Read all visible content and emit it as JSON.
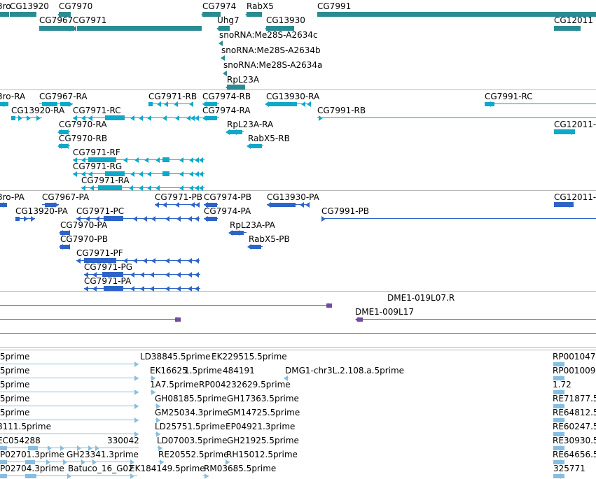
{
  "colors": {
    "gene": "#2b8b93",
    "rna": "#0fa8c9",
    "protein": "#2e64c8",
    "clone": "#6e4da0",
    "est": "#87bde0",
    "divider": "#b8b8b8"
  },
  "tracks": {
    "genes": {
      "labels": [
        "3ro",
        "CG13920",
        "CG7970",
        "CG7974",
        "RabX5",
        "CG7991",
        "CG7967",
        "CG7971",
        "Uhg7",
        "CG13930",
        "CG12011",
        "snoRNA:Me28S-A2634c",
        "snoRNA:Me28S-A2634b",
        "snoRNA:Me28S-A2634a",
        "RpL23A"
      ]
    },
    "transcripts": {
      "labels": [
        "3ro-RA",
        "CG7967-RA",
        "CG7971-RB",
        "CG7974-RB",
        "CG13930-RA",
        "CG7991-RC",
        "CG13920-RA",
        "CG7971-RC",
        "CG7974-RA",
        "CG7991-RB",
        "CG7970-RA",
        "RpL23A-RA",
        "CG12011-",
        "CG7970-RB",
        "RabX5-RB",
        "CG7971-RF",
        "CG7971-RG",
        "CG7971-RA"
      ]
    },
    "proteins": {
      "labels": [
        "3ro-PA",
        "CG7967-PA",
        "CG7971-PB",
        "CG7974-PB",
        "CG13930-PA",
        "CG12011-",
        "CG13920-PA",
        "CG7971-PC",
        "CG7974-PA",
        "CG7991-PB",
        "CG7970-PA",
        "RpL23A-PA",
        "CG7970-PB",
        "RabX5-PB",
        "CG7971-PF",
        "CG7971-PG",
        "CG7971-PA"
      ]
    },
    "clones": {
      "labels": [
        "DME1-019L07.R",
        "DME1-009L17"
      ]
    },
    "ests": {
      "labels": [
        ".5prime",
        "LD38845.5prime",
        "EK229515.5prime",
        "RP001047",
        ".5prime",
        "EK16625",
        "1.5prime",
        "484191",
        "DMG1-chr3L.2.108.a.5prime",
        "RP001009",
        ".5prime",
        "1A7.5prime",
        "RP004232629.5prime",
        "1.72",
        ".5prime",
        "GH08185.5prime",
        "GH17363.5prime",
        "RE71877.5",
        ".5prime",
        "GM25034.3prime",
        "GM14725.5prime",
        "RE64812.5",
        "8111.5prime",
        "LD25751.5prime",
        "EP04921.3prime",
        "RE60247.5",
        "EC054288",
        "LD07003.5prime",
        "GH21925.5prime",
        "RE30930.5",
        "P02701.3prime",
        "GH23341.3prime",
        "330042",
        "RE20552.5prime",
        "RH15012.5prime",
        "RE64656.5",
        "P02704.3prime",
        "Batuco_16_G02",
        "EK184149.5prime",
        "RM03685.5prime",
        "325771"
      ]
    }
  }
}
